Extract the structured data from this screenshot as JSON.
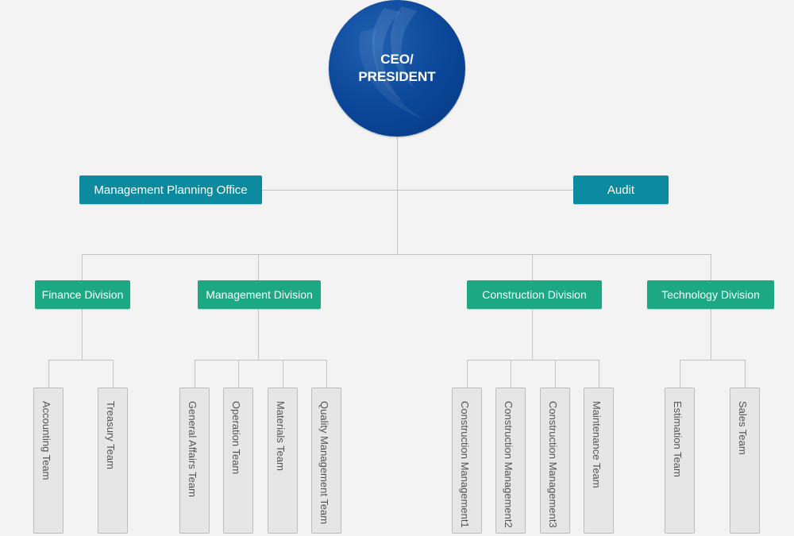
{
  "ceo": {
    "label": "CEO/\nPRESIDENT"
  },
  "staff": {
    "planning": "Management Planning Office",
    "audit": "Audit"
  },
  "divisions": {
    "finance": {
      "label": "Finance Division",
      "teams": [
        "Accounting Team",
        "Treasury Team"
      ]
    },
    "management": {
      "label": "Management Division",
      "teams": [
        "General Affairs Team",
        "Operation Team",
        "Materials Team",
        "Quality Management Team"
      ]
    },
    "construction": {
      "label": "Construction Division",
      "teams": [
        "Construction Management1",
        "Construction Management2",
        "Construction Management3",
        "Maintenance Team"
      ]
    },
    "technology": {
      "label": "Technology Division",
      "teams": [
        "Estimation Team",
        "Sales Team"
      ]
    }
  },
  "colors": {
    "ceo": "#0a4597",
    "staff": "#0b8aa0",
    "division": "#1ca882",
    "team": "#e6e6e6",
    "line": "#c4c4c4"
  }
}
